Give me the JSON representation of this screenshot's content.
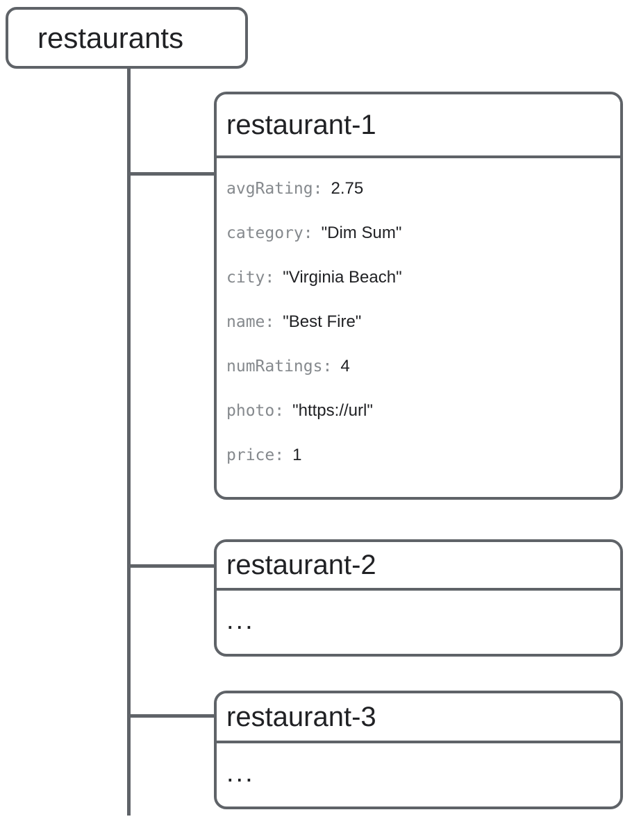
{
  "diagram": {
    "type": "collection-tree",
    "root": {
      "label": "restaurants"
    },
    "documents": [
      {
        "id": "restaurant-1",
        "fields": [
          {
            "label": "avgRating:",
            "value": "2.75"
          },
          {
            "label": "category:",
            "value": "\"Dim Sum\""
          },
          {
            "label": "city:",
            "value": "\"Virginia Beach\""
          },
          {
            "label": "name:",
            "value": "\"Best Fire\""
          },
          {
            "label": "numRatings:",
            "value": "4"
          },
          {
            "label": "photo:",
            "value": "\"https://url\""
          },
          {
            "label": "price:",
            "value": "1"
          }
        ]
      },
      {
        "id": "restaurant-2",
        "body_ellipsis": "..."
      },
      {
        "id": "restaurant-3",
        "body_ellipsis": "..."
      }
    ],
    "colors": {
      "line": "#5f6368",
      "field_label": "#85898d",
      "field_value": "#202124",
      "heading": "#202124",
      "background": "#ffffff"
    }
  }
}
